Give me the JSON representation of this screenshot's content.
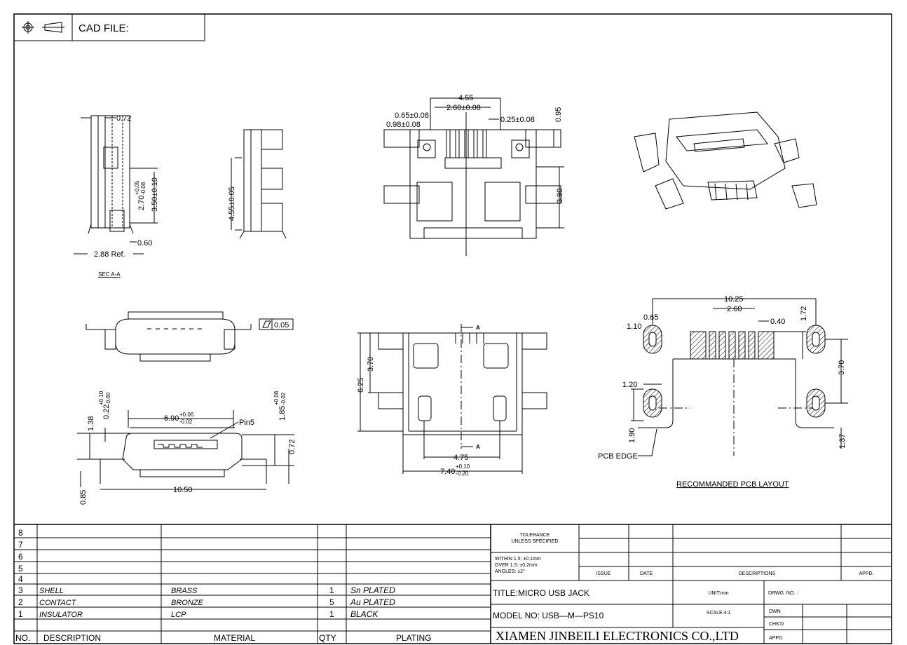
{
  "header": {
    "cad_file_label": "CAD FILE:",
    "icons": [
      "projection-symbol-icon",
      "first-angle-cone-icon"
    ]
  },
  "views": {
    "section": {
      "d1": "0.72",
      "d2": "2.70",
      "d2_tol_plus": "+0.05",
      "d2_tol_minus": "-0.08",
      "d3": "3.50±0.10",
      "d4": "0.60",
      "d5": "2.88  Ref.",
      "caption": "SEC  A-A"
    },
    "side": {
      "d1": "4.55±0.05"
    },
    "top": {
      "d1": "4.55",
      "d2": "2.60±0.08",
      "d3": "0.65±0.08",
      "d4": "0.98±0.08",
      "d5": "0.25±0.08",
      "d6": "0.95",
      "d7": "3.90"
    },
    "rear": {
      "flatness": "0.05"
    },
    "front": {
      "d1": "6.90",
      "d1_plus": "+0.06",
      "d1_minus": "-0.02",
      "pin": "Pin5",
      "d2": "1.38",
      "d3": "0.22",
      "d3_plus": "+0.10",
      "d3_minus": "-0.00",
      "d4": "1.85",
      "d4_plus": "+0.08",
      "d4_minus": "-0.02",
      "d5": "0.72",
      "d6": "0.85",
      "d7": "10.50"
    },
    "bottom": {
      "d1": "6.25",
      "d2": "3.70",
      "d3": "4.75",
      "d4": "7.40",
      "d4_plus": "+0.10",
      "d4_minus": "-0.20",
      "section_mark": "A"
    },
    "pcb": {
      "d1": "10.25",
      "d2": "2.60",
      "d3": "0.65",
      "d4": "1.10",
      "d5": "0.40",
      "d6": "1.72",
      "d7": "3.70",
      "d8": "1.20",
      "d9": "1.90",
      "d10": "1.37",
      "edge": "PCB  EDGE",
      "caption": "RECOMMANDED  PCB  LAYOUT"
    }
  },
  "bom": {
    "headers": {
      "no": "NO.",
      "description": "DESCRIPTION",
      "material": "MATERIAL",
      "qty": "QTY",
      "plating": "PLATING"
    },
    "rows": [
      {
        "no": "8",
        "description": "",
        "material": "",
        "qty": "",
        "plating": ""
      },
      {
        "no": "7",
        "description": "",
        "material": "",
        "qty": "",
        "plating": ""
      },
      {
        "no": "6",
        "description": "",
        "material": "",
        "qty": "",
        "plating": ""
      },
      {
        "no": "5",
        "description": "",
        "material": "",
        "qty": "",
        "plating": ""
      },
      {
        "no": "4",
        "description": "",
        "material": "",
        "qty": "",
        "plating": ""
      },
      {
        "no": "3",
        "description": "SHELL",
        "material": "BRASS",
        "qty": "1",
        "plating": "Sn  PLATED"
      },
      {
        "no": "2",
        "description": "CONTACT",
        "material": "BRONZE",
        "qty": "5",
        "plating": "Au  PLATED"
      },
      {
        "no": "1",
        "description": "INSULATOR",
        "material": "LCP",
        "qty": "1",
        "plating": "BLACK"
      }
    ]
  },
  "title_block": {
    "tolerance_1": "TOLERANCE",
    "tolerance_2": "UNLESS  SPECIFIED",
    "tol_within": "WITHIN  1.5: ±0.1mm",
    "tol_over": "OVER  1.5:  ±0.2mm",
    "tol_angles": "ANGLES: ±2°",
    "issue": "ISSUE",
    "date": "DATE",
    "descriptions": "DESCRIPTIONS",
    "appd": "APPD.",
    "title": "TITLE:MICRO  USB  JACK",
    "unit": "UNIT:mm",
    "drwg_no": "DRWG.  NO. :",
    "model": "MODEL  NO: USB—M—PS10",
    "scale": "SCALE:4:1",
    "dwn": "DWN",
    "chkd": "CHK'D",
    "appd2": "APPD.",
    "company": "XIAMEN JINBEILI ELECTRONICS CO.,LTD"
  }
}
